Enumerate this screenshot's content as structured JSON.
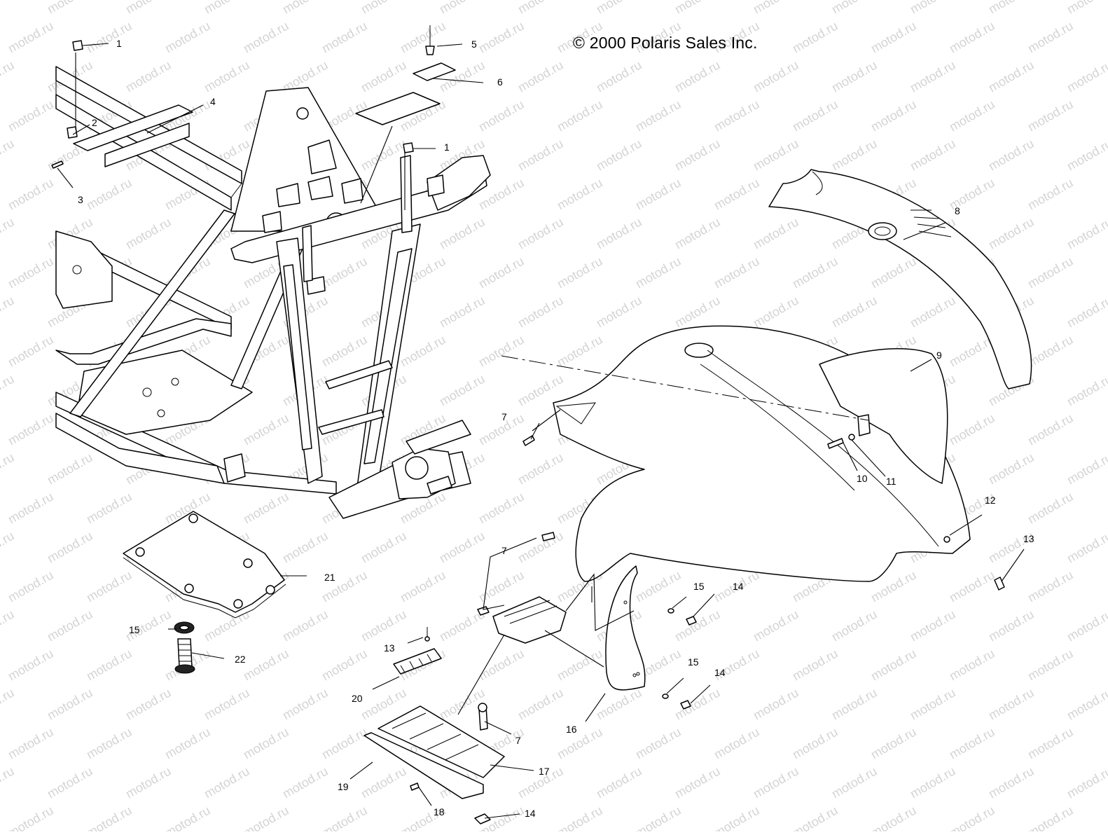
{
  "copyright": "© 2000 Polaris Sales Inc.",
  "watermark": "motod.ru",
  "callouts": [
    {
      "id": "c1a",
      "label": "1"
    },
    {
      "id": "c2",
      "label": "2"
    },
    {
      "id": "c3",
      "label": "3"
    },
    {
      "id": "c4",
      "label": "4"
    },
    {
      "id": "c5",
      "label": "5"
    },
    {
      "id": "c6",
      "label": "6"
    },
    {
      "id": "c1b",
      "label": "1"
    },
    {
      "id": "c8",
      "label": "8"
    },
    {
      "id": "c9",
      "label": "9"
    },
    {
      "id": "c7a",
      "label": "7"
    },
    {
      "id": "c10",
      "label": "10"
    },
    {
      "id": "c11",
      "label": "11"
    },
    {
      "id": "c12",
      "label": "12"
    },
    {
      "id": "c13a",
      "label": "13"
    },
    {
      "id": "c7b",
      "label": "7"
    },
    {
      "id": "c15a",
      "label": "15"
    },
    {
      "id": "c14a",
      "label": "14"
    },
    {
      "id": "c21",
      "label": "21"
    },
    {
      "id": "c15b",
      "label": "15"
    },
    {
      "id": "c22",
      "label": "22"
    },
    {
      "id": "c13b",
      "label": "13"
    },
    {
      "id": "c20",
      "label": "20"
    },
    {
      "id": "c15c",
      "label": "15"
    },
    {
      "id": "c14b",
      "label": "14"
    },
    {
      "id": "c16",
      "label": "16"
    },
    {
      "id": "c7c",
      "label": "7"
    },
    {
      "id": "c17",
      "label": "17"
    },
    {
      "id": "c19",
      "label": "19"
    },
    {
      "id": "c18",
      "label": "18"
    },
    {
      "id": "c14c",
      "label": "14"
    }
  ]
}
